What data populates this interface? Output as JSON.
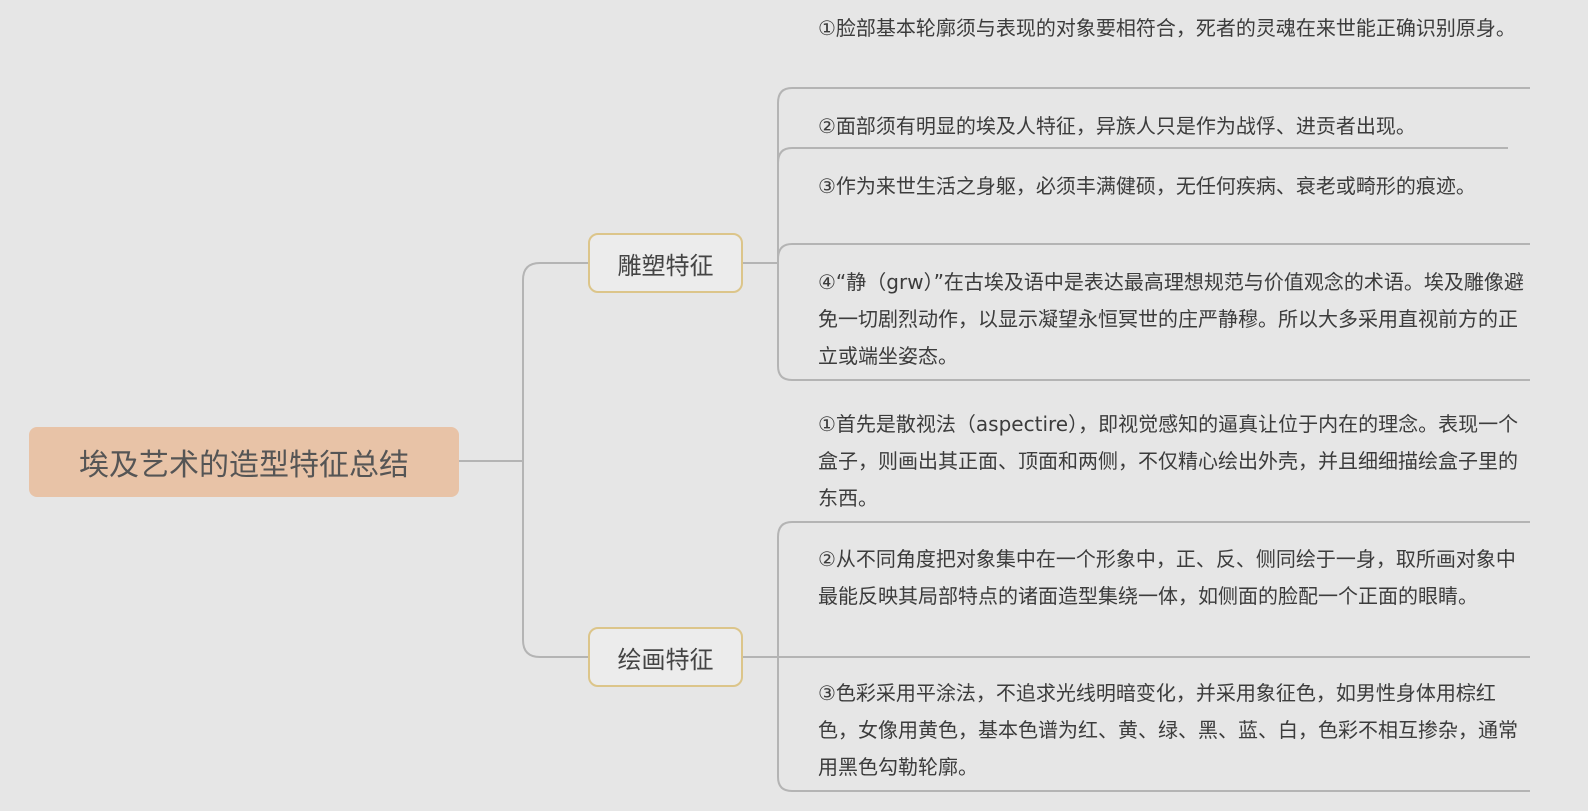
{
  "root": {
    "title": "埃及艺术的造型特征总结"
  },
  "branches": [
    {
      "label": "雕塑特征",
      "items": [
        "①脸部基本轮廓须与表现的对象要相符合，死者的灵魂在来世能正确识别原身。",
        "②面部须有明显的埃及人特征，异族人只是作为战俘、进贡者出现。",
        "③作为来世生活之身躯，必须丰满健硕，无任何疾病、衰老或畸形的痕迹。",
        "④“静（grw）”在古埃及语中是表达最高理想规范与价值观念的术语。埃及雕像避免一切剧烈动作，以显示凝望永恒冥世的庄严静穆。所以大多采用直视前方的正立或端坐姿态。"
      ]
    },
    {
      "label": "绘画特征",
      "items": [
        "①首先是散视法（aspectire），即视觉感知的逼真让位于内在的理念。表现一个盒子，则画出其正面、顶面和两侧，不仅精心绘出外壳，并且细细描绘盒子里的东西。",
        "②从不同角度把对象集中在一个形象中，正、反、侧同绘于一身，取所画对象中最能反映其局部特点的诸面造型集绕一体，如侧面的脸配一个正面的眼睛。",
        "③色彩采用平涂法，不追求光线明暗变化，并采用象征色，如男性身体用棕红色，女像用黄色，基本色谱为红、黄、绿、黑、蓝、白，色彩不相互掺杂，通常用黑色勾勒轮廓。"
      ]
    }
  ],
  "colors": {
    "background": "#e6e6e6",
    "root_fill": "#e8c3a7",
    "branch_border": "#dcc58a",
    "connector": "#b4b4b4"
  }
}
